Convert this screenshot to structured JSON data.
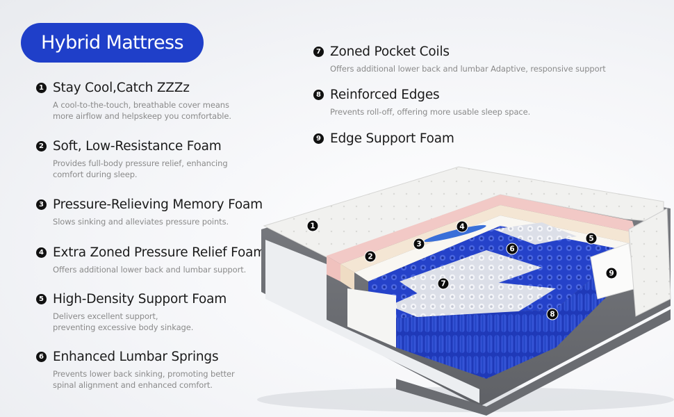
{
  "header": {
    "title": "Hybrid Mattress"
  },
  "features": [
    {
      "num": "1",
      "title": "Stay Cool,Catch ZZZz",
      "desc": "A cool-to-the-touch, breathable cover means\nmore airflow and helpskeep you comfortable."
    },
    {
      "num": "2",
      "title": "Soft, Low-Resistance Foam",
      "desc": " Provides full-body pressure relief, enhancing\ncomfort during sleep."
    },
    {
      "num": "3",
      "title": "Pressure-Relieving Memory Foam",
      "desc": "Slows sinking and alleviates pressure points."
    },
    {
      "num": "4",
      "title": "Extra Zoned Pressure Relief Foam",
      "desc": "Offers additional lower back and lumbar support."
    },
    {
      "num": "5",
      "title": "High-Density Support Foam",
      "desc": "Delivers excellent support,\npreventing excessive body sinkage."
    },
    {
      "num": "6",
      "title": "Enhanced Lumbar Springs",
      "desc": "Prevents lower back sinking, promoting better\nspinal alignment and enhanced comfort."
    },
    {
      "num": "7",
      "title": "Zoned Pocket Coils",
      "desc": "Offers additional lower back and lumbar Adaptive, responsive support"
    },
    {
      "num": "8",
      "title": "Reinforced Edges",
      "desc": "Prevents roll-off, offering more usable sleep space."
    },
    {
      "num": "9",
      "title": "Edge Support Foam",
      "desc": ""
    }
  ],
  "markers": [
    "1",
    "2",
    "3",
    "4",
    "5",
    "6",
    "7",
    "8",
    "9"
  ],
  "colors": {
    "accent": "#1f3fc9",
    "coil_blue": "#2340c8",
    "comfort_pink": "#f2c9c6",
    "cover": "#f3f3f1"
  }
}
